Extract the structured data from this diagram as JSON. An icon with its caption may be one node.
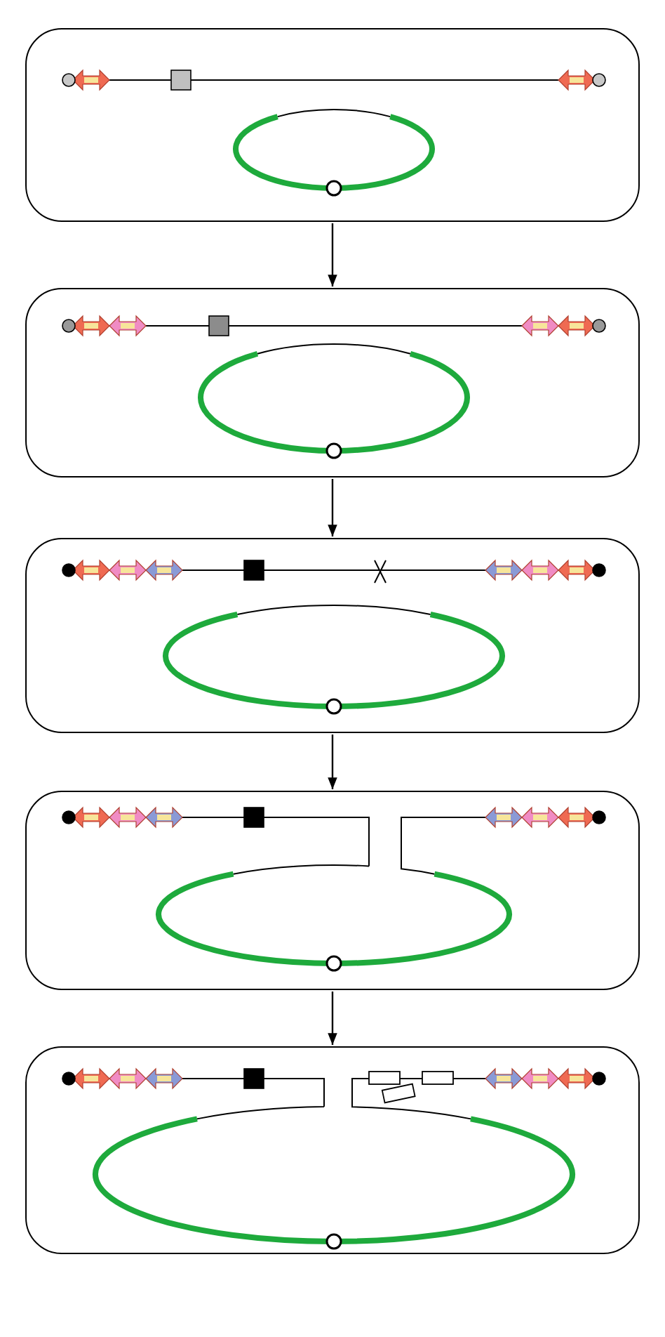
{
  "diagram": {
    "nodes": [
      {
        "text": [],
        "shape": "box"
      },
      {
        "text": [],
        "shape": "box"
      },
      {
        "text": [],
        "shape": "box"
      },
      {
        "text": [],
        "shape": "box"
      },
      {
        "text": [],
        "shape": "box"
      }
    ],
    "edges": [
      {
        "from": 0,
        "to": 1,
        "arrow": "to"
      },
      {
        "from": 1,
        "to": 2,
        "arrow": "to"
      },
      {
        "from": 2,
        "to": 3,
        "arrow": "to"
      },
      {
        "from": 3,
        "to": 4,
        "arrow": "to"
      }
    ]
  }
}
